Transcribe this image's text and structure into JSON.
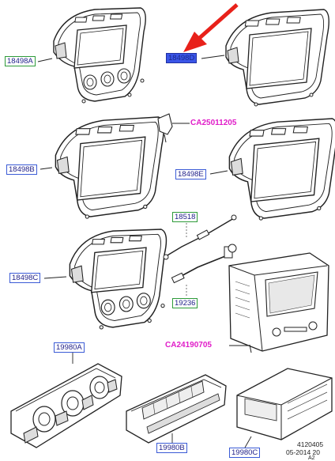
{
  "labels": {
    "p18498A": "18498A",
    "p18498D": "18498D",
    "p18498B": "18498B",
    "p18498E": "18498E",
    "p18498C": "18498C",
    "p18518": "18518",
    "p19236": "19236",
    "p19980A": "19980A",
    "p19980B": "19980B",
    "p19980C": "19980C",
    "ca25011205": "CA25011205",
    "ca24190705": "CA24190705"
  },
  "footer": {
    "line1": "4120405",
    "line2": "05-2014 20",
    "line3": "A2"
  },
  "colors": {
    "arrow": "#e8211a",
    "callout_pink": "#e01cc8",
    "label_green": "#2e9b3a",
    "label_blue": "#3b5bd6",
    "highlight_fill": "#3a55e8"
  }
}
